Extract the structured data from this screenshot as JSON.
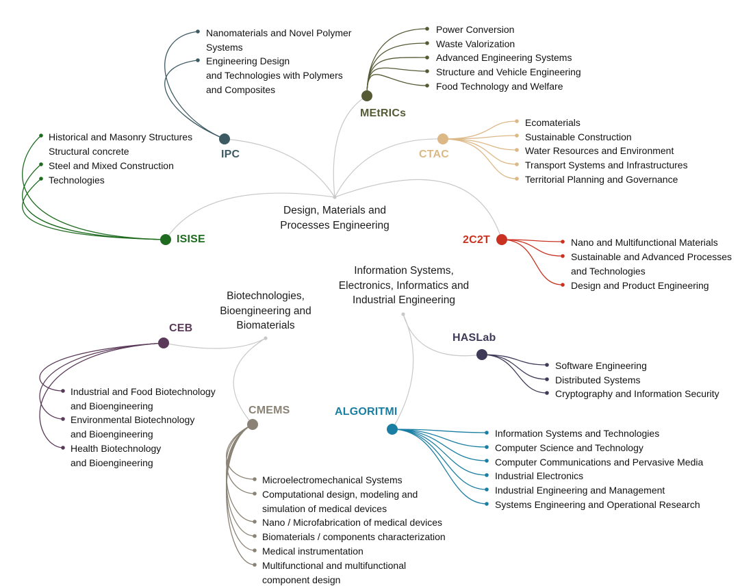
{
  "hubs": {
    "dmpe": [
      "Design, Materials and",
      "Processes Engineering"
    ],
    "iseiie": [
      "Information Systems,",
      "Electronics, Informatics and",
      "Industrial Engineering"
    ],
    "bbb": [
      "Biotechnologies,",
      "Bioengineering and",
      "Biomaterials"
    ]
  },
  "colors": {
    "connector": "#c8c8c8",
    "IPC": "#3d5a62",
    "METRICS": "#555a35",
    "CTAC": "#dcb886",
    "ISISE": "#1e6b1f",
    "C2C2T": "#c93120",
    "CEB": "#5a3a58",
    "CMEMS": "#8a8274",
    "HASLAB": "#3f3a58",
    "ALGORITMI": "#1a7ea3"
  },
  "units": {
    "IPC": {
      "name": "IPC",
      "items": [
        [
          "Nanomaterials and Novel Polymer",
          "Systems"
        ],
        [
          "Engineering Design",
          "and Technologies with Polymers",
          "and Composites"
        ]
      ]
    },
    "METRICS": {
      "name": "MEtRICs",
      "items": [
        [
          "Power Conversion"
        ],
        [
          "Waste Valorization"
        ],
        [
          "Advanced Engineering Systems"
        ],
        [
          "Structure and Vehicle Engineering"
        ],
        [
          "Food Technology and Welfare"
        ]
      ]
    },
    "CTAC": {
      "name": "CTAC",
      "items": [
        [
          "Ecomaterials"
        ],
        [
          "Sustainable Construction"
        ],
        [
          "Water Resources and Environment"
        ],
        [
          "Transport Systems and Infrastructures"
        ],
        [
          "Territorial Planning and Governance"
        ]
      ]
    },
    "ISISE": {
      "name": "ISISE",
      "items": [
        [
          "Historical and Masonry Structures",
          "Structural concrete"
        ],
        [
          "Steel and Mixed Construction"
        ],
        [
          "Technologies"
        ]
      ]
    },
    "C2C2T": {
      "name": "2C2T",
      "items": [
        [
          "Nano and Multifunctional Materials"
        ],
        [
          "Sustainable and Advanced Processes",
          "and Technologies"
        ],
        [
          "Design and Product Engineering"
        ]
      ]
    },
    "CEB": {
      "name": "CEB",
      "items": [
        [
          "Industrial and Food Biotechnology",
          "and Bioengineering"
        ],
        [
          "Environmental Biotechnology",
          "and Bioengineering"
        ],
        [
          "Health Biotechnology",
          "and Bioengineering"
        ]
      ]
    },
    "CMEMS": {
      "name": "CMEMS",
      "items": [
        [
          "Microelectromechanical Systems"
        ],
        [
          "Computational design, modeling and",
          "simulation of medical devices"
        ],
        [
          "Nano / Microfabrication of medical devices"
        ],
        [
          "Biomaterials / components characterization"
        ],
        [
          "Medical instrumentation"
        ],
        [
          "Multifunctional and multifunctional",
          "component design"
        ]
      ]
    },
    "HASLAB": {
      "name": "HASLab",
      "items": [
        [
          "Software Engineering"
        ],
        [
          "Distributed Systems"
        ],
        [
          "Cryptography and Information Security"
        ]
      ]
    },
    "ALGORITMI": {
      "name": "ALGORITMI",
      "items": [
        [
          "Information Systems and Technologies"
        ],
        [
          "Computer Science and Technology"
        ],
        [
          "Computer Communications and Pervasive Media"
        ],
        [
          "Industrial Electronics"
        ],
        [
          "Industrial Engineering and Management"
        ],
        [
          "Systems Engineering and Operational Research"
        ]
      ]
    }
  }
}
